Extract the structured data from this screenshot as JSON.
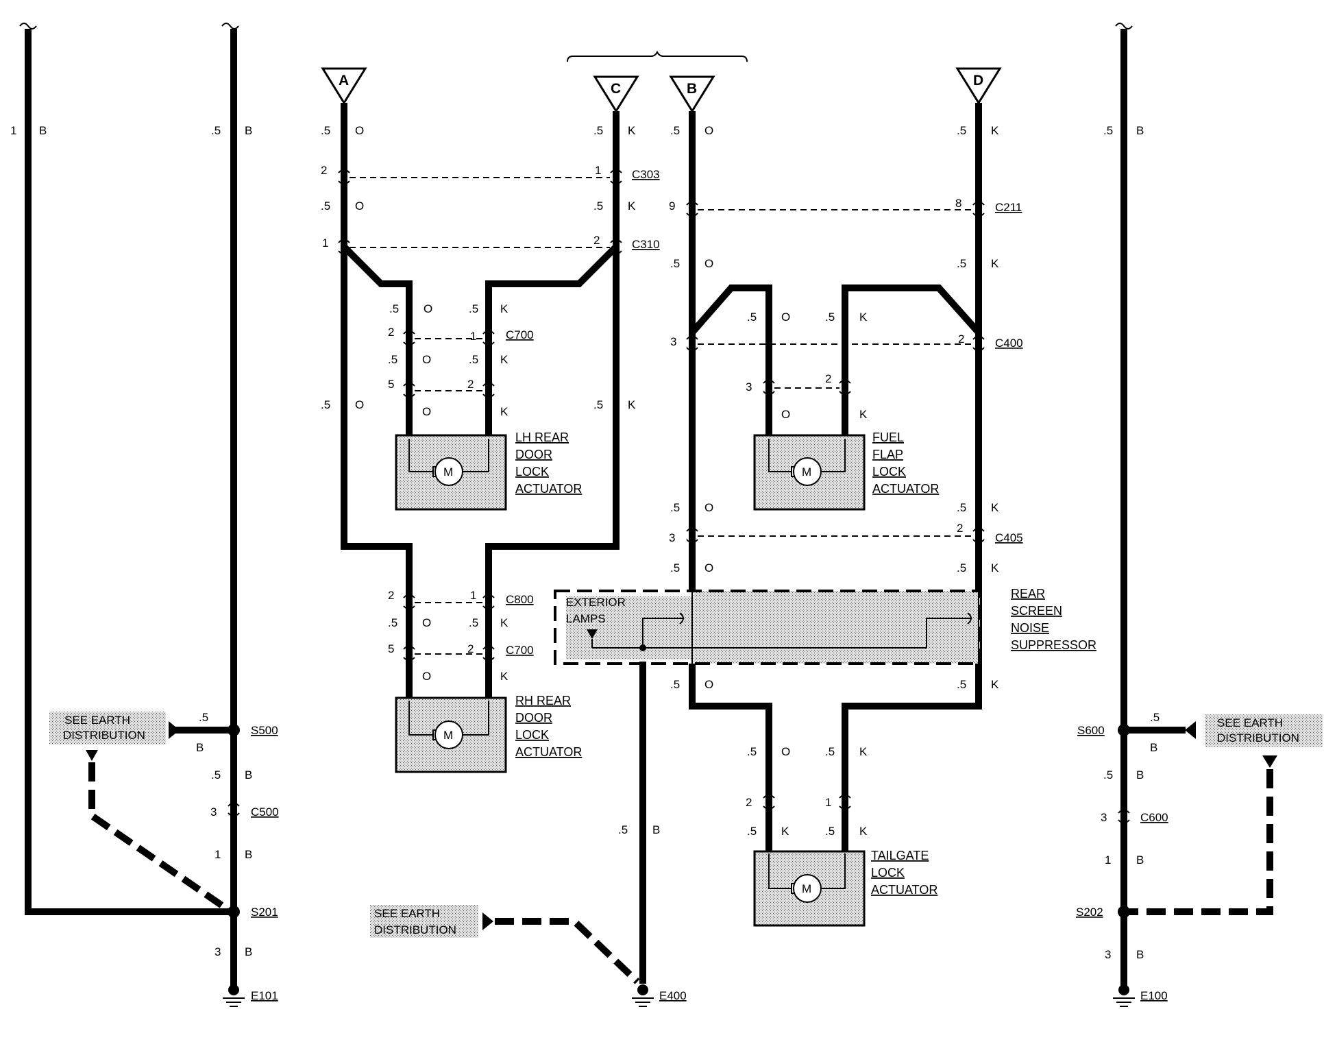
{
  "inputs": {
    "A": {
      "label": "A",
      "wire": ".5",
      "color": "O"
    },
    "C": {
      "label": "C",
      "wire": ".5",
      "color": "K"
    },
    "B": {
      "label": "B",
      "wire": ".5",
      "color": "O"
    },
    "D": {
      "label": "D",
      "wire": ".5",
      "color": "K"
    }
  },
  "left_feeds": [
    {
      "wire": "1",
      "color": "B"
    },
    {
      "wire": ".5",
      "color": "B"
    }
  ],
  "right_feed": {
    "wire": ".5",
    "color": "B"
  },
  "connectors": {
    "C303": {
      "id": "C303",
      "pin_a": "2",
      "pin_c": "1"
    },
    "C310": {
      "id": "C310",
      "pin_a": "1",
      "pin_c": "2"
    },
    "C211": {
      "id": "C211",
      "pin_b": "9",
      "pin_d": "8"
    },
    "C400": {
      "id": "C400",
      "pin_b": "3",
      "pin_d": "2"
    },
    "C700_top": {
      "id": "C700",
      "pin_1": "2",
      "pin_2": "1",
      "pin_3": "5",
      "pin_4": "2"
    },
    "C700_fuel": {
      "pin_1": "3",
      "pin_2": "2"
    },
    "C405": {
      "id": "C405",
      "pin_b": "3",
      "pin_d": "2"
    },
    "C800": {
      "id": "C800",
      "pin_1": "2",
      "pin_2": "1"
    },
    "C700_bottom": {
      "id": "C700",
      "pin_1": "5",
      "pin_2": "2"
    },
    "tailgate": {
      "pin_1": "2",
      "pin_2": "1"
    },
    "C500": {
      "id": "C500",
      "pin": "3"
    },
    "C600": {
      "id": "C600",
      "pin": "3"
    }
  },
  "wire_labels": {
    "size_05": ".5",
    "size_1": "1",
    "size_3": "3",
    "color_O": "O",
    "color_K": "K",
    "color_B": "B"
  },
  "components": {
    "lh_rear": [
      "LH REAR",
      "DOOR",
      "LOCK",
      "ACTUATOR"
    ],
    "rh_rear": [
      "RH REAR",
      "DOOR",
      "LOCK",
      "ACTUATOR"
    ],
    "fuel_flap": [
      "FUEL",
      "FLAP",
      "LOCK",
      "ACTUATOR"
    ],
    "tailgate": [
      "TAILGATE",
      "LOCK",
      "ACTUATOR"
    ],
    "motor_symbol": "M"
  },
  "suppressor": {
    "name": [
      "REAR",
      "SCREEN",
      "NOISE",
      "SUPPRESSOR"
    ],
    "inner": [
      "EXTERIOR",
      "LAMPS"
    ]
  },
  "splices": {
    "S500": "S500",
    "S201": "S201",
    "S600": "S600",
    "S202": "S202"
  },
  "earths": {
    "E101": "E101",
    "E400": "E400",
    "E100": "E100"
  },
  "see_earth": [
    "SEE EARTH",
    "DISTRIBUTION"
  ]
}
